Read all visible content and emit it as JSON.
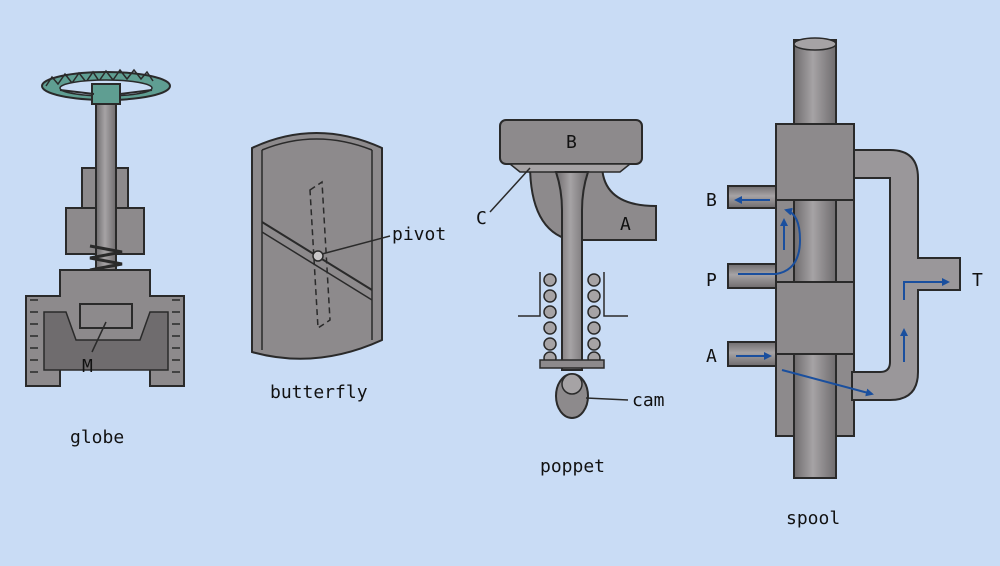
{
  "background_color": "#c9dcf5",
  "colors": {
    "metal": "#8d8a8c",
    "metal_dark": "#5c5a5c",
    "outline": "#2a2a2a",
    "handwheel": "#5f9e92",
    "flow_arrow": "#1a4f9e"
  },
  "valves": [
    {
      "id": "globe",
      "caption": "globe",
      "labels": {
        "M": "M"
      }
    },
    {
      "id": "butterfly",
      "caption": "butterfly",
      "labels": {
        "pivot": "pivot"
      }
    },
    {
      "id": "poppet",
      "caption": "poppet",
      "labels": {
        "B": "B",
        "C": "C",
        "A": "A",
        "cam": "cam"
      }
    },
    {
      "id": "spool",
      "caption": "spool",
      "labels": {
        "B": "B",
        "P": "P",
        "A": "A",
        "T": "T"
      }
    }
  ]
}
